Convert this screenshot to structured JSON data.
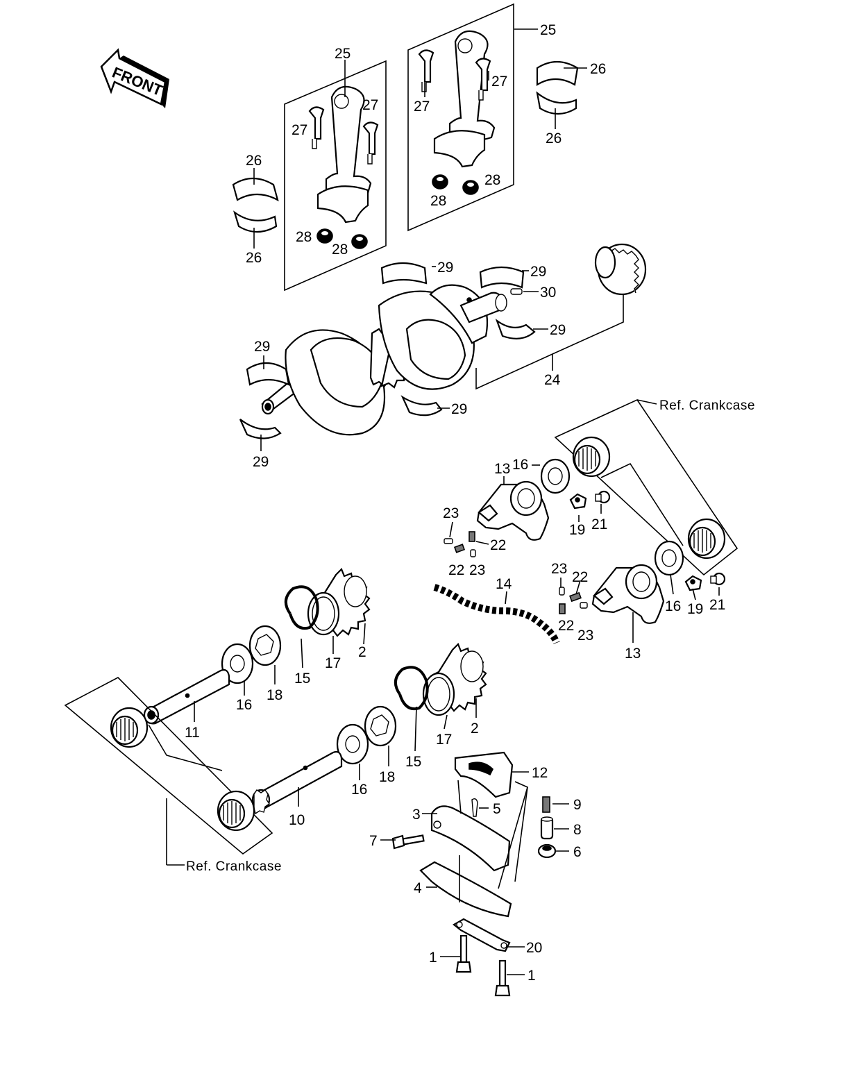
{
  "front_arrow": {
    "label": "FRONT"
  },
  "references": {
    "crankcase_upper": "Ref.   Crankcase",
    "crankcase_lower": "Ref.   Crankcase"
  },
  "callouts": {
    "n1": "1",
    "n2": "2",
    "n3": "3",
    "n4": "4",
    "n5": "5",
    "n6": "6",
    "n7": "7",
    "n8": "8",
    "n9": "9",
    "n10": "10",
    "n11": "11",
    "n12": "12",
    "n13": "13",
    "n14": "14",
    "n15": "15",
    "n16": "16",
    "n17": "17",
    "n18": "18",
    "n19": "19",
    "n20": "20",
    "n21": "21",
    "n22": "22",
    "n23": "23",
    "n24": "24",
    "n25": "25",
    "n26": "26",
    "n27": "27",
    "n28": "28",
    "n29": "29",
    "n30": "30"
  }
}
